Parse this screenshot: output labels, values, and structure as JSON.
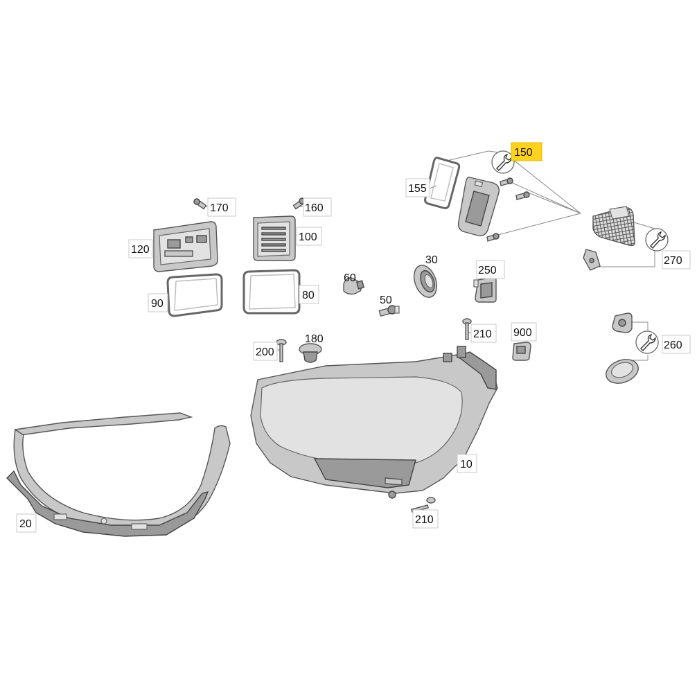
{
  "callouts": [
    {
      "id": "c150",
      "text": "150",
      "highlight": true
    },
    {
      "id": "c155",
      "text": "155"
    },
    {
      "id": "c170",
      "text": "170"
    },
    {
      "id": "c160",
      "text": "160"
    },
    {
      "id": "c120",
      "text": "120"
    },
    {
      "id": "c100",
      "text": "100"
    },
    {
      "id": "c90",
      "text": "90"
    },
    {
      "id": "c80",
      "text": "80"
    },
    {
      "id": "c60",
      "text": "60"
    },
    {
      "id": "c30",
      "text": "30"
    },
    {
      "id": "c250",
      "text": "250"
    },
    {
      "id": "c50",
      "text": "50"
    },
    {
      "id": "c210a",
      "text": "210"
    },
    {
      "id": "c900",
      "text": "900"
    },
    {
      "id": "c270",
      "text": "270"
    },
    {
      "id": "c260",
      "text": "260"
    },
    {
      "id": "c200",
      "text": "200"
    },
    {
      "id": "c180",
      "text": "180"
    },
    {
      "id": "c10",
      "text": "10"
    },
    {
      "id": "c20",
      "text": "20"
    },
    {
      "id": "c210b",
      "text": "210"
    }
  ],
  "colors": {
    "highlight": "#ffd21f",
    "part_fill": "#c8c8c8",
    "outline": "#555555"
  }
}
